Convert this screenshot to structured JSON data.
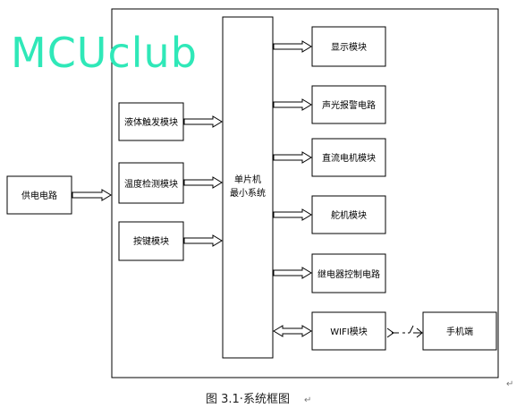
{
  "watermark": "MCUclub",
  "caption": "图 3.1·系统框图",
  "caption_mark": "↵",
  "corner_mark": "↵",
  "colors": {
    "watermark": "#2fe8b8",
    "line": "#000000",
    "background": "#ffffff"
  },
  "blocks": {
    "power": "供电电路",
    "liquid_trigger": "液体触发模块",
    "temp_detect": "温度检测模块",
    "keys": "按键模块",
    "mcu_line1": "单片机",
    "mcu_line2": "最小系统",
    "display": "显示模块",
    "alarm": "声光报警电路",
    "dc_motor": "直流电机模块",
    "servo": "舵机模块",
    "relay": "继电器控制电路",
    "wifi": "WIFI模块",
    "phone": "手机端"
  }
}
